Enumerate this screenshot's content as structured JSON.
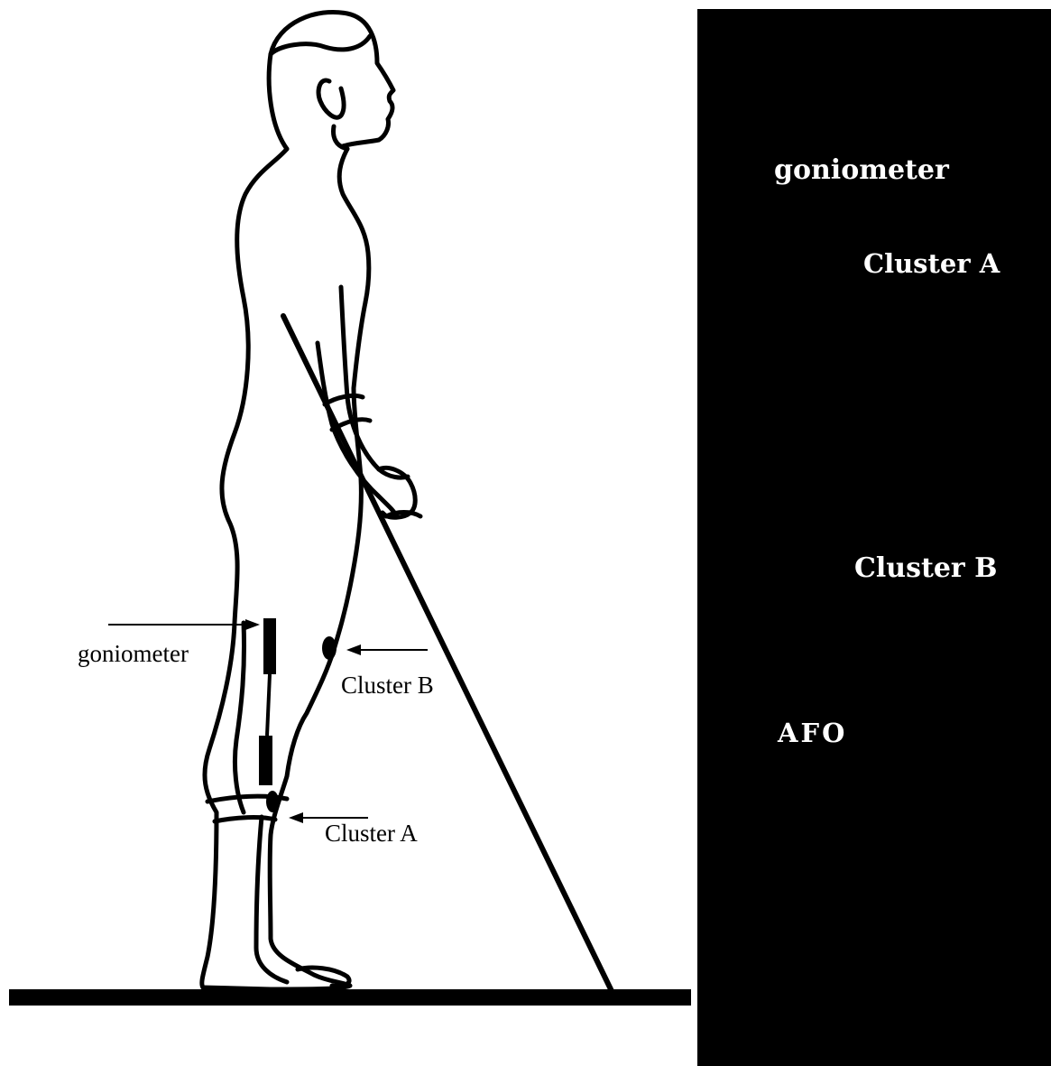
{
  "figure": {
    "colors": {
      "ink": "#000000",
      "paper": "#ffffff",
      "panel": "#000000",
      "panel_text": "#ffffff"
    },
    "left_labels": {
      "goniometer": "goniometer",
      "cluster_b": "Cluster B",
      "cluster_a": "Cluster A"
    },
    "panel_labels": {
      "goniometer": "goniometer",
      "cluster_a": "Cluster A",
      "cluster_b": "Cluster B",
      "afo": "AFO"
    }
  }
}
